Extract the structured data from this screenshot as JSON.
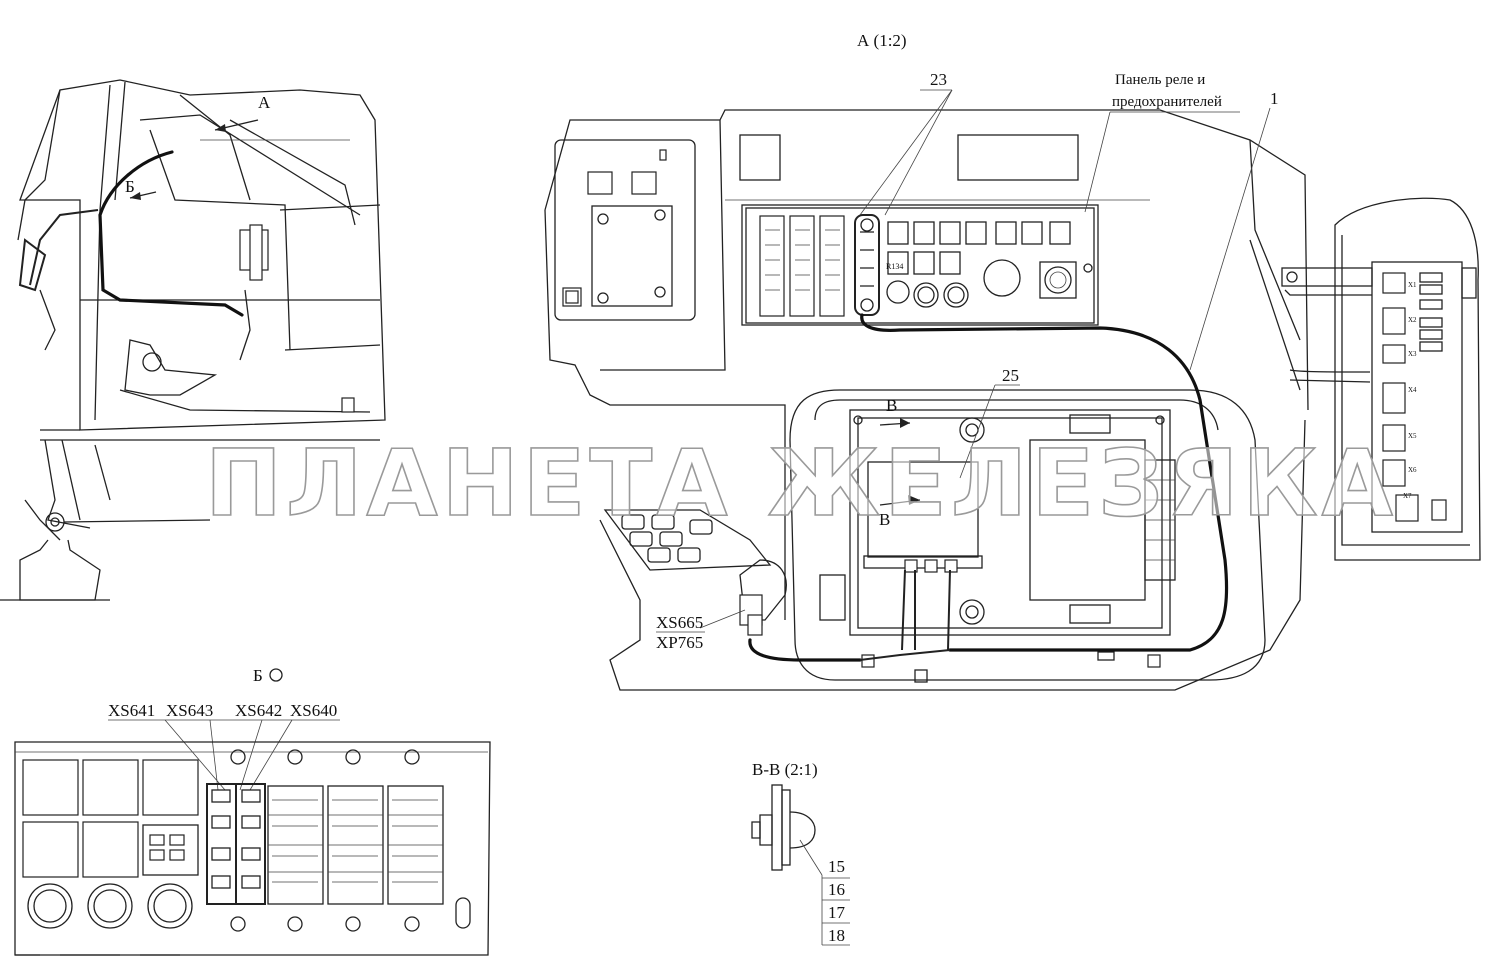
{
  "labels": {
    "view_a_title": "А (1:2)",
    "view_b_title": "Б",
    "section_title": "В-В  (2:1)",
    "arrow_a": "А",
    "arrow_b": "Б",
    "arrow_v_top": "В",
    "arrow_v_bottom": "В",
    "relay_panel_line1": "Панель реле и",
    "relay_panel_line2": "предохранителей",
    "callout_1": "1",
    "callout_23": "23",
    "callout_25": "25",
    "connector_xs665": "XS665",
    "connector_xp765": "XP765",
    "connector_xs641": "XS641",
    "connector_xs643": "XS643",
    "connector_xs642": "XS642",
    "connector_xs640": "XS640",
    "item_15": "15",
    "item_16": "16",
    "item_17": "17",
    "item_18": "18",
    "right_panel": [
      "X1",
      "X2",
      "X3",
      "X4",
      "X5",
      "X6",
      "X7"
    ],
    "fuse_tag": "R134"
  },
  "watermark": "ПЛАНЕТА ЖЕЛЕЗЯКА"
}
